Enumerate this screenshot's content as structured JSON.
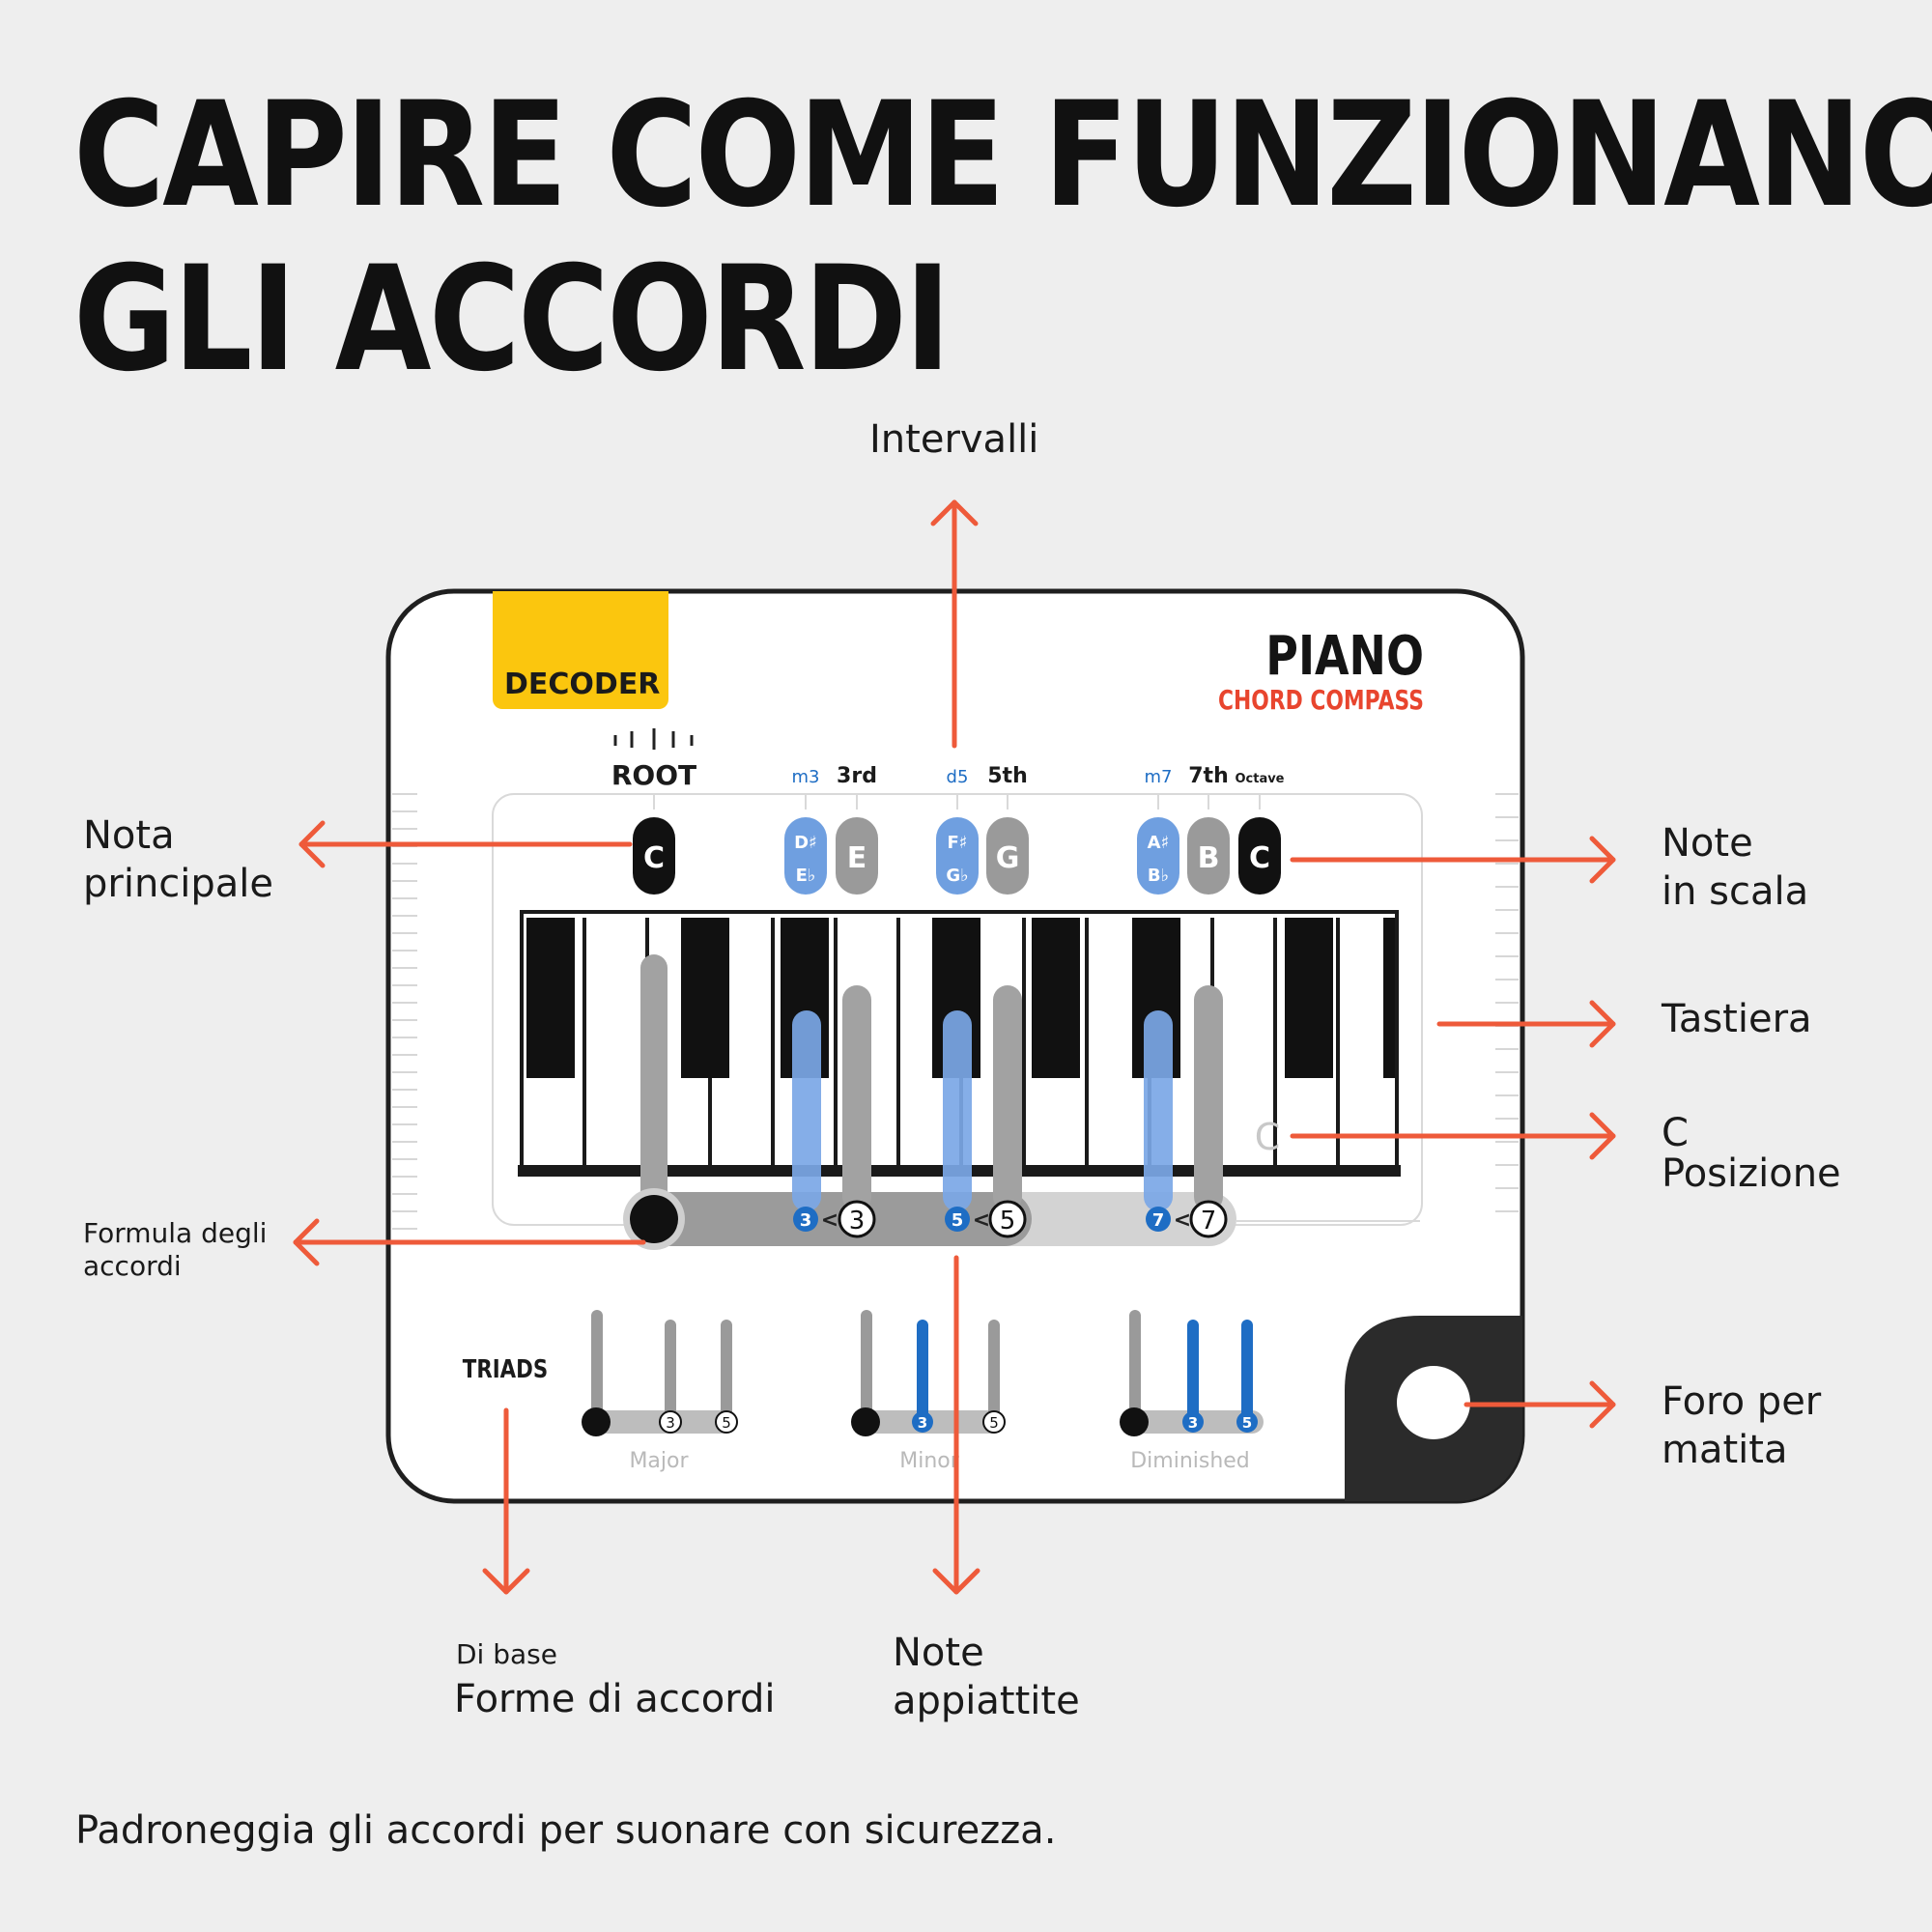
{
  "title": {
    "line1": "CAPIRE COME FUNZIONANO",
    "line2": "GLI ACCORDI"
  },
  "callouts": {
    "intervalli": "Intervalli",
    "nota_principale": {
      "line1": "Nota",
      "line2": "principale"
    },
    "note_in_scala": {
      "line1": "Note",
      "line2": "in scala"
    },
    "tastiera": "Tastiera",
    "c_posizione": {
      "line1": "C",
      "line2": "Posizione"
    },
    "formula": {
      "line1": "Formula degli",
      "line2": "accordi"
    },
    "foro": {
      "line1": "Foro per",
      "line2": "matita"
    },
    "forme": {
      "small": "Di base",
      "line": "Forme di accordi"
    },
    "appiattite": {
      "line1": "Note",
      "line2": "appiattite"
    }
  },
  "footer": "Padroneggia gli accordi per suonare con sicurezza.",
  "card": {
    "badge": "DECODER",
    "brand": "PIANO",
    "subbrand": "CHORD COMPASS",
    "headers": {
      "root": "ROOT",
      "m3": "m3",
      "third": "3rd",
      "d5": "d5",
      "fifth": "5th",
      "m7": "m7",
      "seventh": "7th",
      "octave": "Octave"
    },
    "notes": {
      "root": "C",
      "e": "E",
      "g": "G",
      "b": "B",
      "octave_c": "C",
      "ds_top": "D♯",
      "ds_bot": "E♭",
      "fs_top": "F♯",
      "fs_bot": "G♭",
      "as_top": "A♯",
      "as_bot": "B♭"
    },
    "c_position": "C",
    "formula": {
      "n3": "3",
      "n5": "5",
      "n7": "7",
      "lt": "<"
    },
    "triads": {
      "label": "TRIADS",
      "major": {
        "name": "Major",
        "a": "3",
        "b": "5"
      },
      "minor": {
        "name": "Minor",
        "a": "3",
        "b": "5"
      },
      "diminished": {
        "name": "Diminished",
        "a": "3",
        "b": "5"
      }
    }
  },
  "colors": {
    "accent_orange": "#ee5a3a",
    "yellow": "#fbc60e",
    "blue": "#6f9fe0",
    "dark_blue": "#1e6dc4",
    "red_brand": "#e8452e"
  }
}
